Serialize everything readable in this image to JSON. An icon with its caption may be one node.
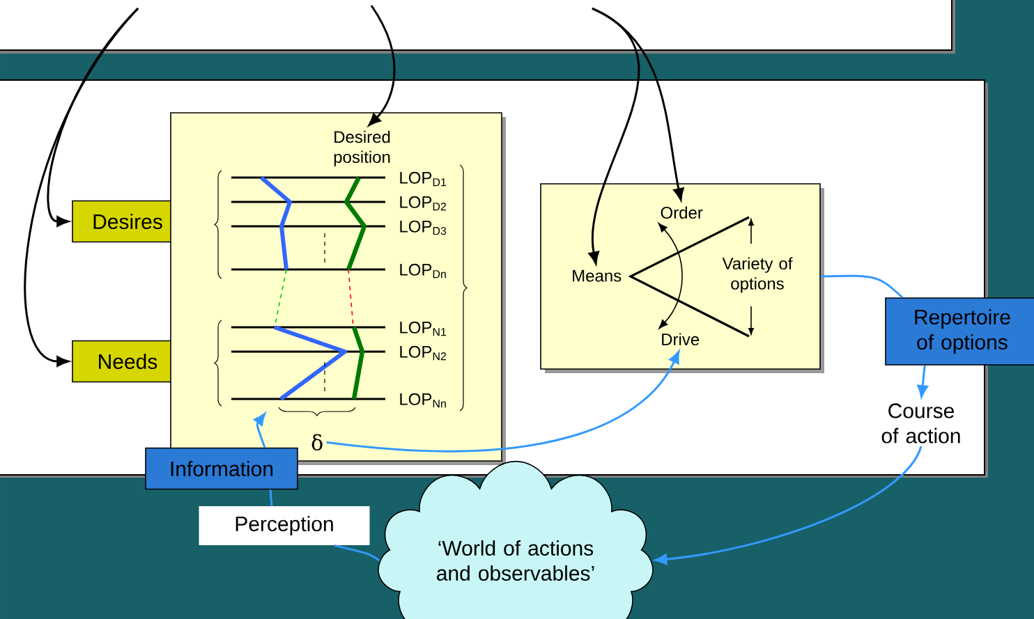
{
  "diagram": {
    "nodes": [
      {
        "text": [
          "Desires"
        ]
      },
      {
        "text": [
          "Needs"
        ]
      },
      {
        "text": [],
        "shape": "box"
      },
      {
        "text": [
          "Desired position"
        ],
        "in": 2
      },
      {
        "text": [
          "δ"
        ],
        "in": 2
      },
      {
        "text": [],
        "shape": "box"
      },
      {
        "text": [
          "Order"
        ],
        "in": 5
      },
      {
        "text": [
          "Means"
        ],
        "in": 5
      },
      {
        "text": [
          "Drive"
        ],
        "in": 5
      },
      {
        "text": [
          "Repertoire of options"
        ]
      },
      {
        "text": [
          "Course of action"
        ]
      },
      {
        "text": [
          "Information"
        ]
      },
      {
        "text": [
          "Perception"
        ]
      },
      {
        "text": [
          "‘World of actions and observables’"
        ]
      }
    ],
    "edges": [
      {
        "from": null,
        "to": 0,
        "arrow": "to",
        "color": "#000000"
      },
      {
        "from": null,
        "to": 1,
        "arrow": "to",
        "color": "#000000"
      },
      {
        "from": null,
        "to": 3,
        "arrow": "to",
        "color": "#000000"
      },
      {
        "from": null,
        "to": 6,
        "arrow": "to",
        "color": "#000000"
      },
      {
        "from": null,
        "to": 7,
        "arrow": "to",
        "color": "#000000"
      },
      {
        "from": 6,
        "to": 8,
        "arrow": "both",
        "color": "#000000"
      },
      {
        "from": 4,
        "to": 8,
        "arrow": "to"
      },
      {
        "from": 13,
        "to": 12,
        "arrow": "none"
      },
      {
        "from": 12,
        "to": 11,
        "arrow": "none"
      },
      {
        "from": 11,
        "to": null,
        "arrow": "to"
      },
      {
        "from": 5,
        "to": 9,
        "arrow": "none"
      },
      {
        "from": 9,
        "to": 10,
        "arrow": "to"
      },
      {
        "from": 10,
        "to": 13,
        "arrow": "to"
      }
    ],
    "labels": [
      "LOP$_{D1}$",
      "LOP$_{D2}$",
      "LOP$_{D3}$",
      "LOP$_{Dn}$",
      "LOP$_{N1}$",
      "LOP$_{N2}$",
      "LOP$_{Nn}$",
      "Variety of options"
    ]
  }
}
